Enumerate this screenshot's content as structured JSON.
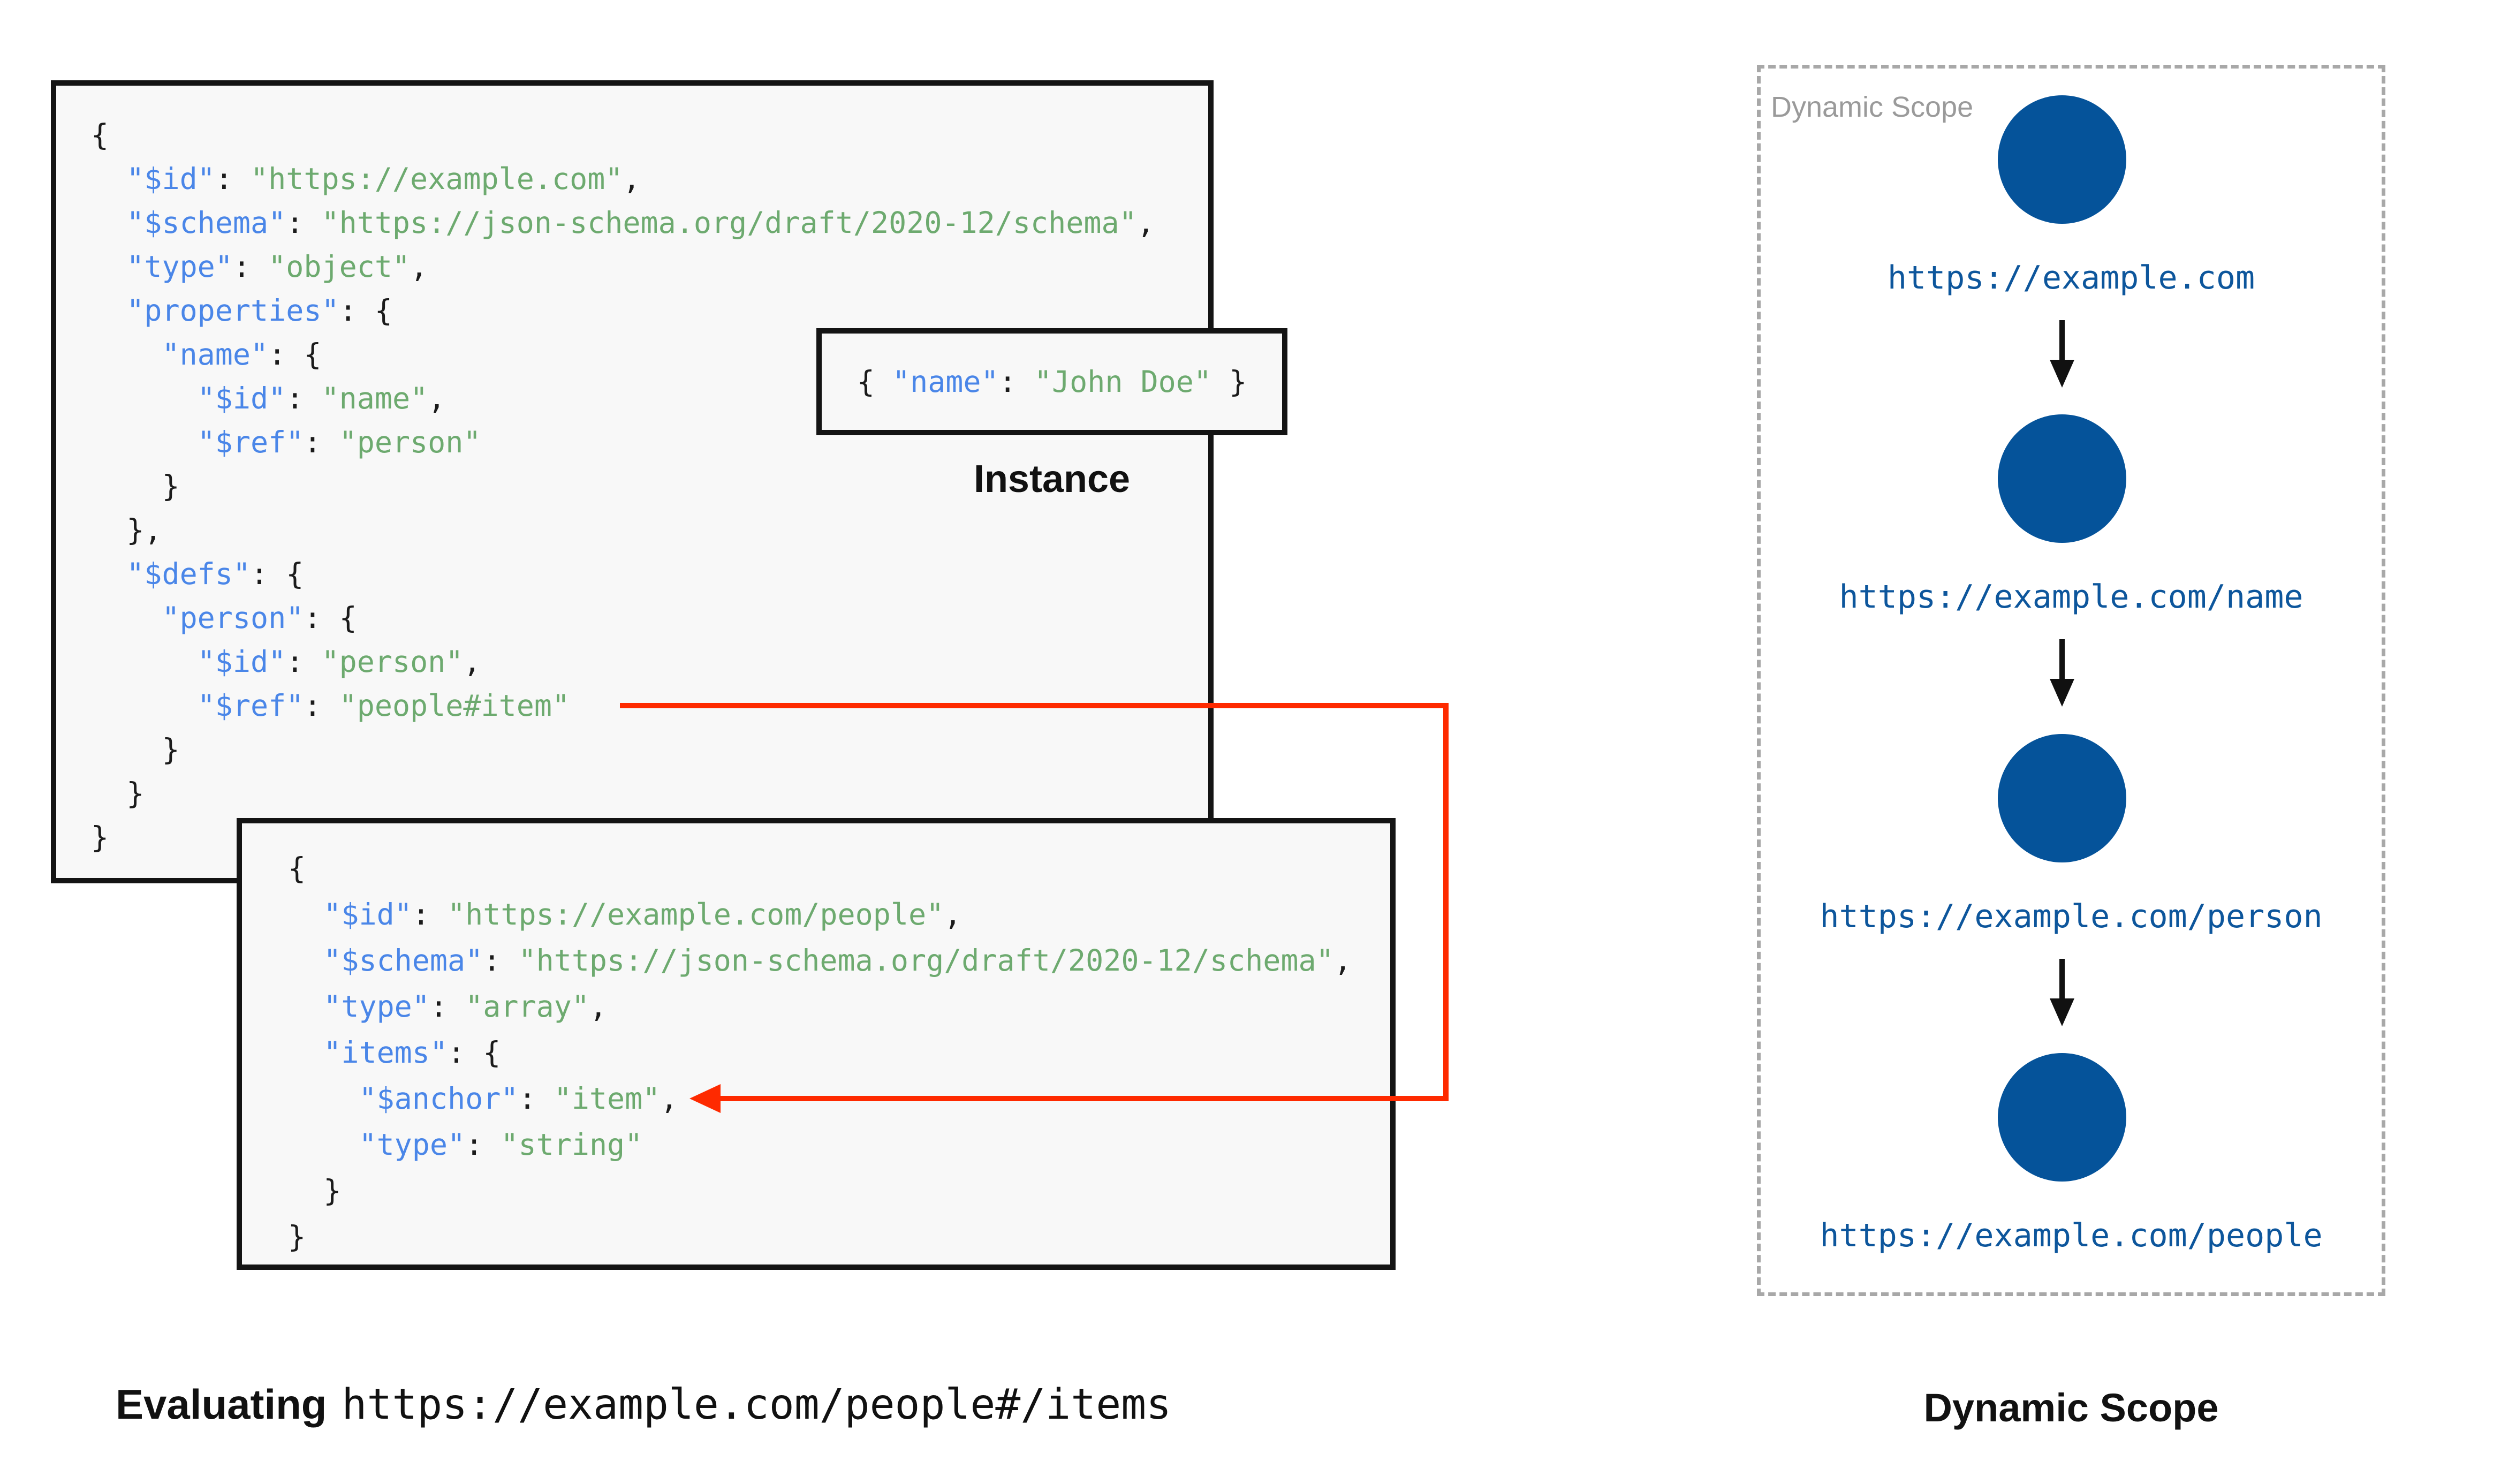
{
  "colors": {
    "key_blue": "#4a86e8",
    "string_green": "#6daa6f",
    "plain_black": "#1b1b1b",
    "url_blue": "#0d569c",
    "circle_blue": "#05539a",
    "red_connector": "#fe2a00",
    "box_background": "#f8f8f8",
    "box_border": "#141414",
    "dashed_border_gray": "#a8a8a8",
    "watermark_gray": "#9a9a9a"
  },
  "schema_root": {
    "lines": [
      [
        [
          "p",
          "{"
        ]
      ],
      [
        [
          "p",
          "  "
        ],
        [
          "k",
          "\"$id\""
        ],
        [
          "p",
          ": "
        ],
        [
          "s",
          "\"https://example.com\""
        ],
        [
          "p",
          ","
        ]
      ],
      [
        [
          "p",
          "  "
        ],
        [
          "k",
          "\"$schema\""
        ],
        [
          "p",
          ": "
        ],
        [
          "s",
          "\"https://json-schema.org/draft/2020-12/schema\""
        ],
        [
          "p",
          ","
        ]
      ],
      [
        [
          "p",
          "  "
        ],
        [
          "k",
          "\"type\""
        ],
        [
          "p",
          ": "
        ],
        [
          "s",
          "\"object\""
        ],
        [
          "p",
          ","
        ]
      ],
      [
        [
          "p",
          "  "
        ],
        [
          "k",
          "\"properties\""
        ],
        [
          "p",
          ": {"
        ]
      ],
      [
        [
          "p",
          "    "
        ],
        [
          "k",
          "\"name\""
        ],
        [
          "p",
          ": {"
        ]
      ],
      [
        [
          "p",
          "      "
        ],
        [
          "k",
          "\"$id\""
        ],
        [
          "p",
          ": "
        ],
        [
          "s",
          "\"name\""
        ],
        [
          "p",
          ","
        ]
      ],
      [
        [
          "p",
          "      "
        ],
        [
          "k",
          "\"$ref\""
        ],
        [
          "p",
          ": "
        ],
        [
          "s",
          "\"person\""
        ]
      ],
      [
        [
          "p",
          "    }"
        ]
      ],
      [
        [
          "p",
          "  },"
        ]
      ],
      [
        [
          "p",
          "  "
        ],
        [
          "k",
          "\"$defs\""
        ],
        [
          "p",
          ": {"
        ]
      ],
      [
        [
          "p",
          "    "
        ],
        [
          "k",
          "\"person\""
        ],
        [
          "p",
          ": {"
        ]
      ],
      [
        [
          "p",
          "      "
        ],
        [
          "k",
          "\"$id\""
        ],
        [
          "p",
          ": "
        ],
        [
          "s",
          "\"person\""
        ],
        [
          "p",
          ","
        ]
      ],
      [
        [
          "p",
          "      "
        ],
        [
          "k",
          "\"$ref\""
        ],
        [
          "p",
          ": "
        ],
        [
          "s",
          "\"people#item\""
        ]
      ],
      [
        [
          "p",
          "    }"
        ]
      ],
      [
        [
          "p",
          "  }"
        ]
      ],
      [
        [
          "p",
          "}"
        ]
      ]
    ]
  },
  "schema_people": {
    "lines": [
      [
        [
          "p",
          "{"
        ]
      ],
      [
        [
          "p",
          "  "
        ],
        [
          "k",
          "\"$id\""
        ],
        [
          "p",
          ": "
        ],
        [
          "s",
          "\"https://example.com/people\""
        ],
        [
          "p",
          ","
        ]
      ],
      [
        [
          "p",
          "  "
        ],
        [
          "k",
          "\"$schema\""
        ],
        [
          "p",
          ": "
        ],
        [
          "s",
          "\"https://json-schema.org/draft/2020-12/schema\""
        ],
        [
          "p",
          ","
        ]
      ],
      [
        [
          "p",
          "  "
        ],
        [
          "k",
          "\"type\""
        ],
        [
          "p",
          ": "
        ],
        [
          "s",
          "\"array\""
        ],
        [
          "p",
          ","
        ]
      ],
      [
        [
          "p",
          "  "
        ],
        [
          "k",
          "\"items\""
        ],
        [
          "p",
          ": {"
        ]
      ],
      [
        [
          "p",
          "    "
        ],
        [
          "k",
          "\"$anchor\""
        ],
        [
          "p",
          ": "
        ],
        [
          "s",
          "\"item\""
        ],
        [
          "p",
          ","
        ]
      ],
      [
        [
          "p",
          "    "
        ],
        [
          "k",
          "\"type\""
        ],
        [
          "p",
          ": "
        ],
        [
          "s",
          "\"string\""
        ]
      ],
      [
        [
          "p",
          "  }"
        ]
      ],
      [
        [
          "p",
          "}"
        ]
      ]
    ]
  },
  "instance": {
    "label": "Instance",
    "tokens": [
      [
        [
          "p",
          "{ "
        ],
        [
          "k",
          "\"name\""
        ],
        [
          "p",
          ": "
        ],
        [
          "s",
          "\"John Doe\""
        ],
        [
          "p",
          " }"
        ]
      ]
    ]
  },
  "scope": {
    "watermark": "Dynamic Scope",
    "title": "Dynamic Scope",
    "nodes": [
      "https://example.com",
      "https://example.com/name",
      "https://example.com/person",
      "https://example.com/people"
    ]
  },
  "caption": {
    "prefix": "Evaluating",
    "uri": "https://example.com/people#/items"
  }
}
